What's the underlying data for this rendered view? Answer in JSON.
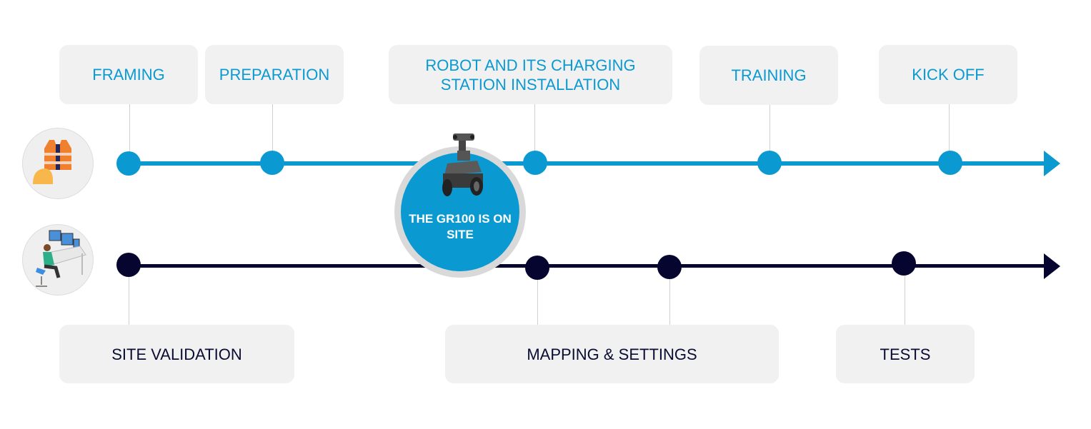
{
  "top_track": {
    "color": "#0a9ad1",
    "steps": [
      {
        "label": "FRAMING"
      },
      {
        "label": "PREPARATION"
      },
      {
        "label": "ROBOT AND ITS CHARGING STATION INSTALLATION"
      },
      {
        "label": "TRAINING"
      },
      {
        "label": "KICK OFF"
      }
    ]
  },
  "bottom_track": {
    "color": "#050530",
    "steps": [
      {
        "label": "SITE VALIDATION"
      },
      {
        "label": "MAPPING & SETTINGS"
      },
      {
        "label": "TESTS"
      }
    ]
  },
  "milestone": {
    "label": "THE GR100 IS ON SITE"
  }
}
